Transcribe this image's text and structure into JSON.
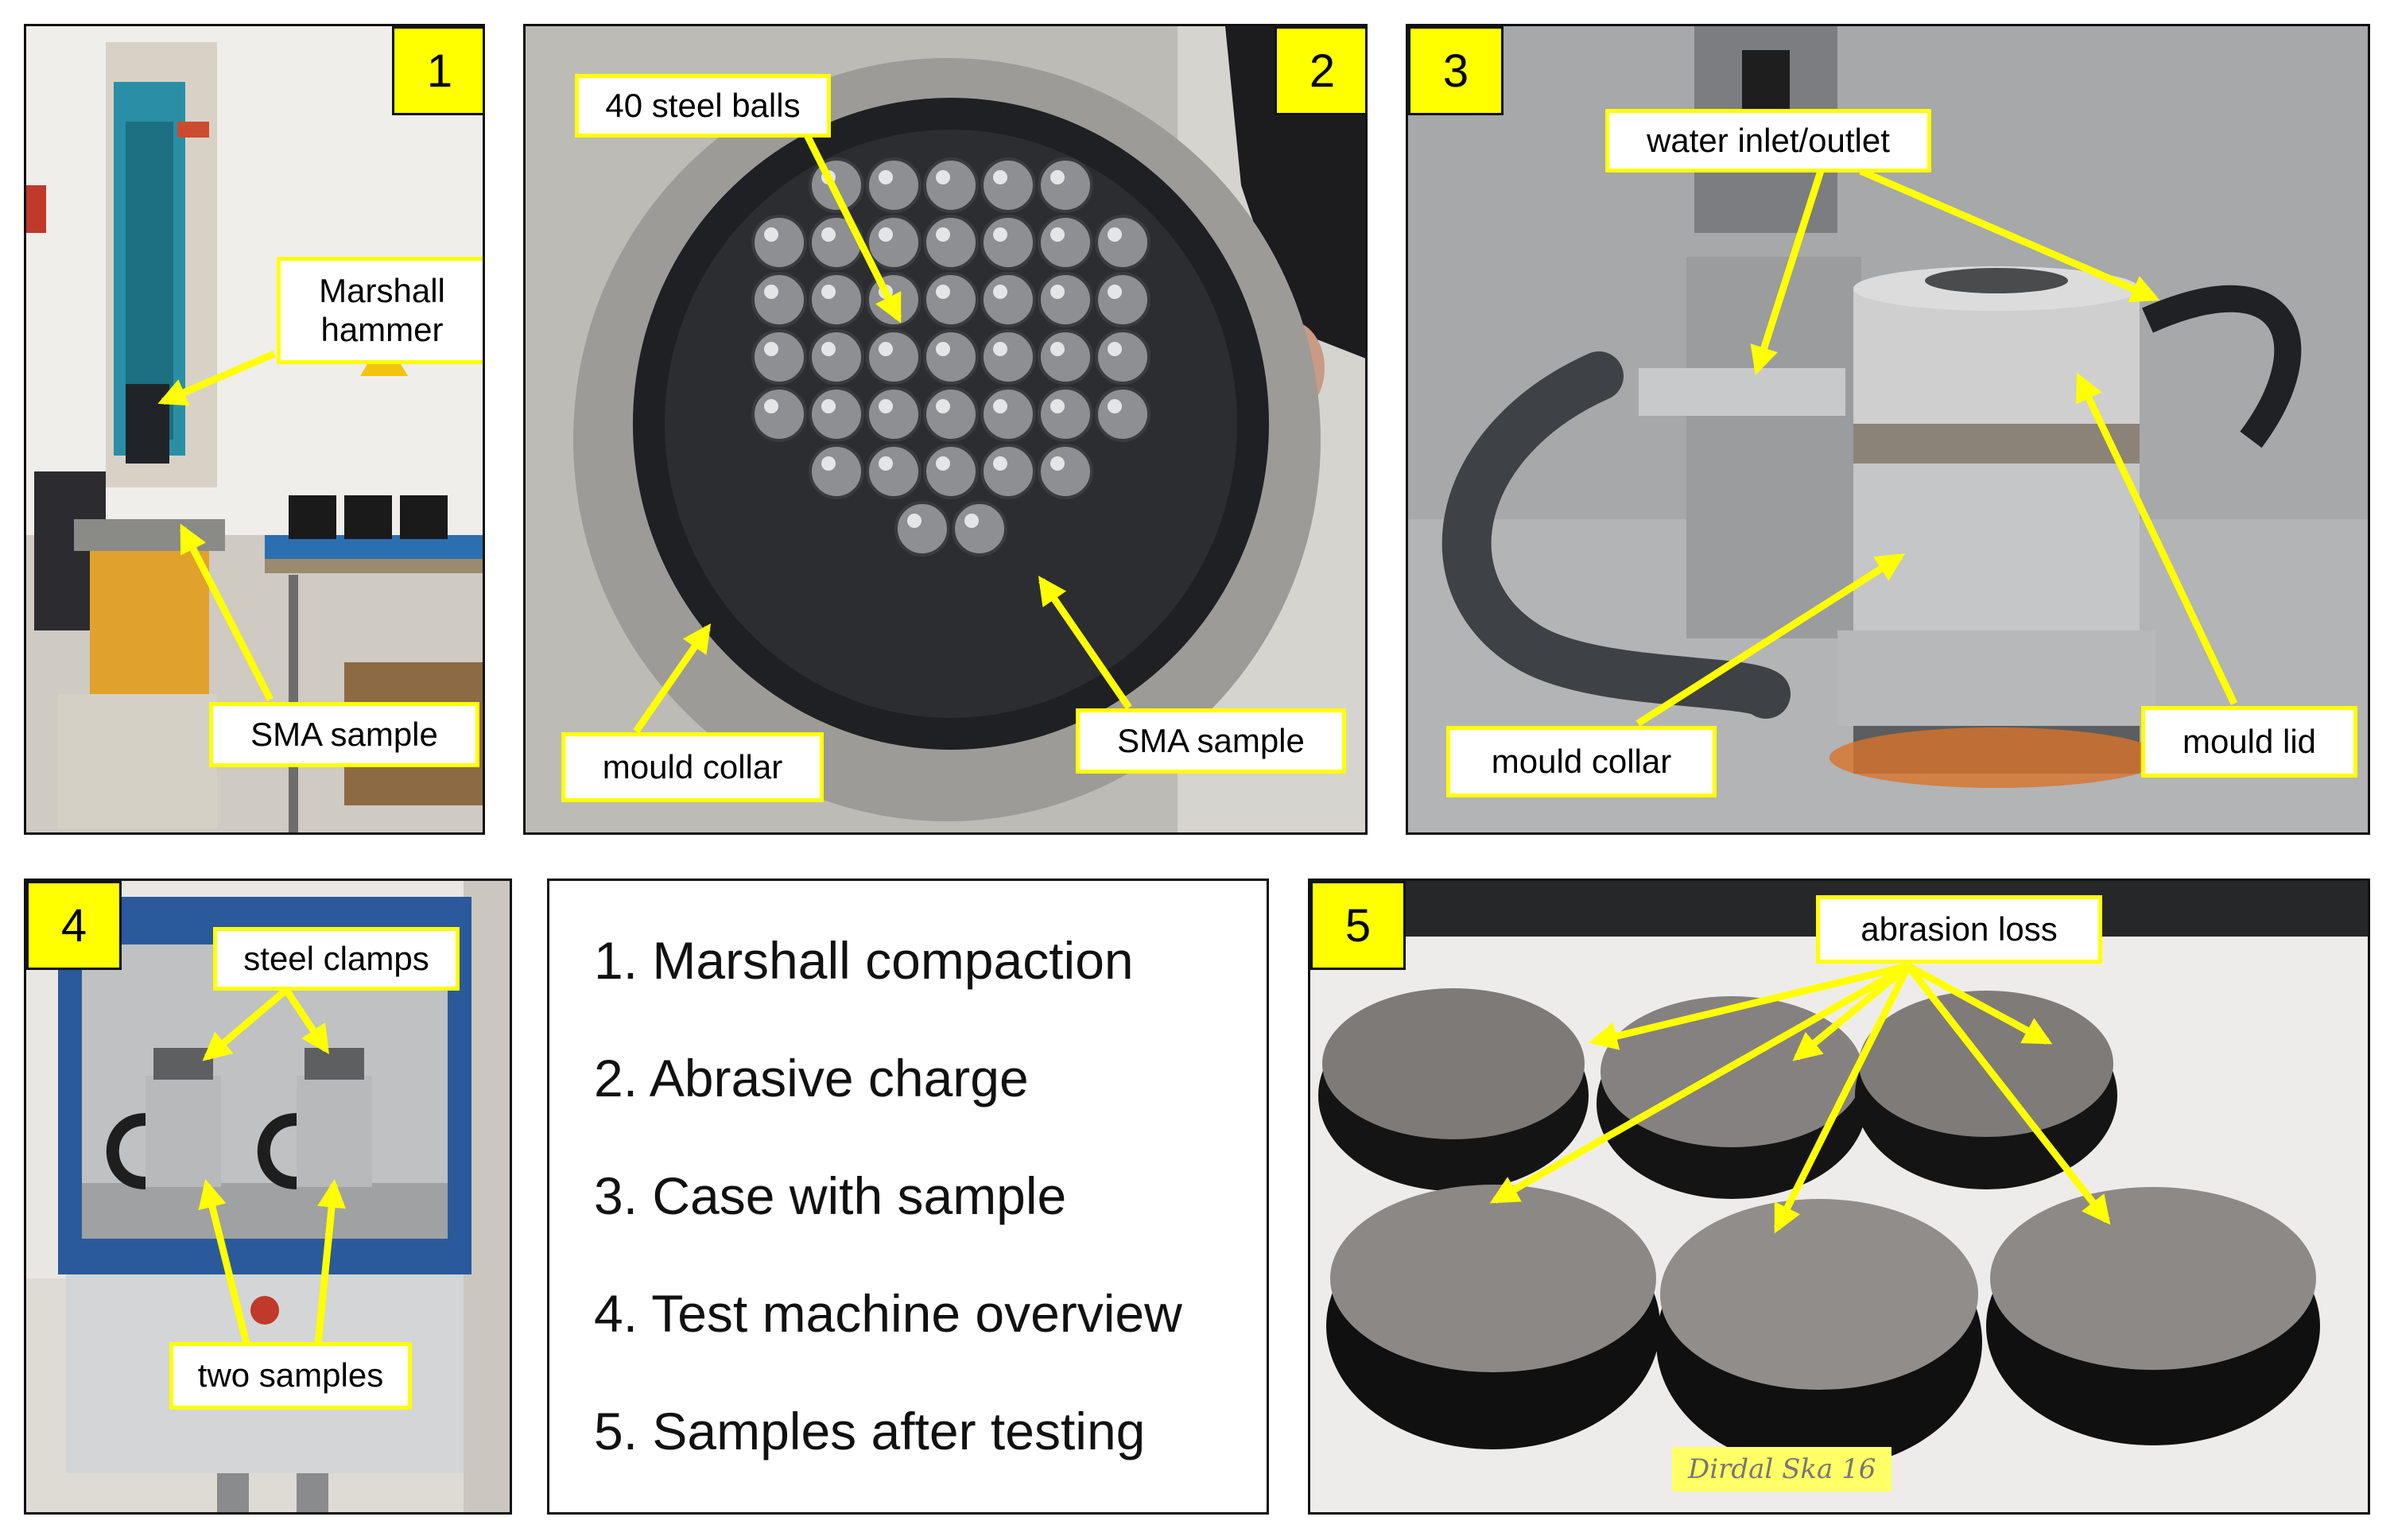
{
  "panels": [
    {
      "number": "1",
      "labels": [
        "Marshall\nhammer",
        "SMA sample"
      ]
    },
    {
      "number": "2",
      "labels": [
        "40 steel balls",
        "mould collar",
        "SMA sample"
      ]
    },
    {
      "number": "3",
      "labels": [
        "water inlet/outlet",
        "mould collar",
        "mould lid"
      ]
    },
    {
      "number": "4",
      "labels": [
        "steel clamps",
        "two samples"
      ]
    },
    {
      "number": "5",
      "labels": [
        "abrasion loss"
      ],
      "handwritten_note": "Dirdal  Ska 16"
    }
  ],
  "legend": [
    "1. Marshall compaction",
    "2. Abrasive charge",
    "3. Case with sample",
    "4. Test machine overview",
    "5. Samples after testing"
  ],
  "colors": {
    "label_border": "#ffff00",
    "arrow": "#ffff00",
    "number_badge": "#ffff00",
    "frame": "#111111"
  }
}
